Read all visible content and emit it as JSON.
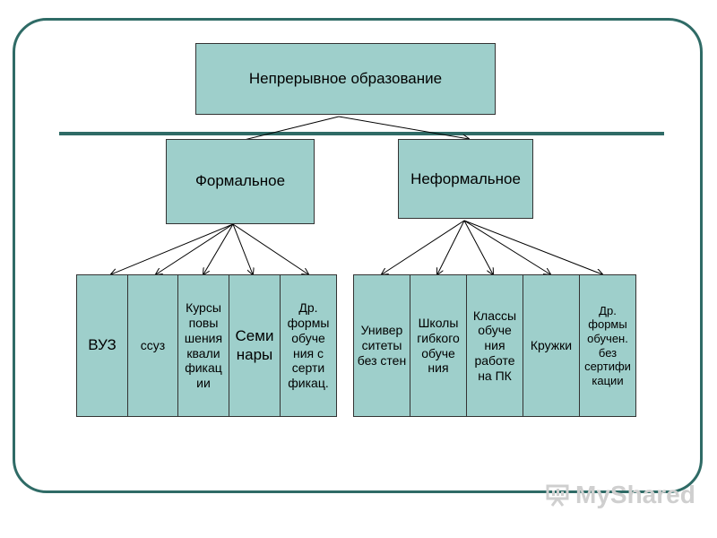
{
  "top": {
    "label": "Непрерывное образование"
  },
  "formal": {
    "label": "Формальное",
    "items": [
      {
        "label": "ВУЗ"
      },
      {
        "label": "ссуз"
      },
      {
        "label": "Курсы повы шения квали фикац ии"
      },
      {
        "label": "Семи нары"
      },
      {
        "label": "Др. формы обуче ния с серти фикац."
      }
    ]
  },
  "informal": {
    "label": "Неформальное",
    "items": [
      {
        "label": "Универ ситеты без стен"
      },
      {
        "label": "Школы гибкого обуче ния"
      },
      {
        "label": "Классы обуче ния работе на ПК"
      },
      {
        "label": "Кружки"
      },
      {
        "label": "Др. формы обучен. без сертифи кации"
      }
    ]
  },
  "watermark": {
    "text": "MyShared"
  },
  "colors": {
    "box": "#9ecfcb",
    "frame": "#2f6b66"
  }
}
